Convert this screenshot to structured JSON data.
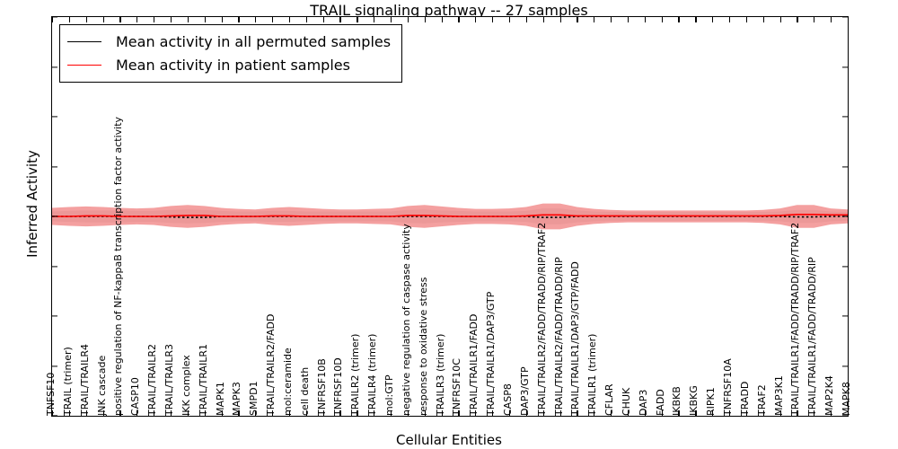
{
  "chart_data": {
    "type": "line",
    "title": "TRAIL signaling pathway -- 27 samples",
    "xlabel": "Cellular Entities",
    "ylabel": "Inferred Activity",
    "ylim": [
      -4,
      4
    ],
    "yticks": [
      "4",
      "3",
      "2",
      "1",
      "0",
      "-1",
      "-2",
      "-3",
      "-4"
    ],
    "grid": false,
    "legend_position": "upper left",
    "n_samples": 27,
    "categories": [
      "TNFSF10",
      "TRAIL (trimer)",
      "TRAIL/TRAILR4",
      "JNK cascade",
      "positive regulation of NF-kappaB transcription factor activity",
      "CASP10",
      "TRAIL/TRAILR2",
      "TRAIL/TRAILR3",
      "IKK complex",
      "TRAIL/TRAILR1",
      "MAPK1",
      "MAPK3",
      "SMPD1",
      "TRAIL/TRAILR2/FADD",
      "mol:ceramide",
      "cell death",
      "TNFRSF10B",
      "TNFRSF10D",
      "TRAILR2 (trimer)",
      "TRAILR4 (trimer)",
      "mol:GTP",
      "negative regulation of caspase activity",
      "response to oxidative stress",
      "TRAILR3 (trimer)",
      "TNFRSF10C",
      "TRAIL/TRAILR1/FADD",
      "TRAIL/TRAILR1/DAP3/GTP",
      "CASP8",
      "DAP3/GTP",
      "TRAIL/TRAILR2/FADD/TRADD/RIP/TRAF2",
      "TRAIL/TRAILR2/FADD/TRADD/RIP",
      "TRAIL/TRAILR1/DAP3/GTP/FADD",
      "TRAILR1 (trimer)",
      "CFLAR",
      "CHUK",
      "DAP3",
      "FADD",
      "IKBKB",
      "IKBKG",
      "RIPK1",
      "TNFRSF10A",
      "TRADD",
      "TRAF2",
      "MAP3K1",
      "TRAIL/TRAILR1/FADD/TRADD/RIP/TRAF2",
      "TRAIL/TRAILR1/FADD/TRADD/RIP",
      "MAP2K4",
      "MAPK8"
    ],
    "series": [
      {
        "name": "Mean activity in all permuted samples",
        "color": "#000000",
        "style": "dotted",
        "band_color": "#d9d9d9",
        "values": [
          0.0,
          0.0,
          0.0,
          0.0,
          0.0,
          0.0,
          0.0,
          -0.01,
          -0.02,
          -0.02,
          0.0,
          0.0,
          0.0,
          0.0,
          0.0,
          0.0,
          0.0,
          0.0,
          0.0,
          0.0,
          0.0,
          0.0,
          0.0,
          0.0,
          0.0,
          0.0,
          0.0,
          0.0,
          0.0,
          -0.02,
          -0.02,
          0.0,
          0.0,
          0.0,
          0.0,
          0.0,
          0.0,
          0.0,
          0.0,
          0.0,
          0.0,
          0.0,
          0.0,
          0.0,
          -0.01,
          -0.01,
          0.0,
          0.0
        ],
        "band_lower": [
          -0.1,
          -0.11,
          -0.12,
          -0.12,
          -0.12,
          -0.11,
          -0.11,
          -0.13,
          -0.14,
          -0.13,
          -0.11,
          -0.1,
          -0.1,
          -0.11,
          -0.11,
          -0.1,
          -0.1,
          -0.1,
          -0.1,
          -0.1,
          -0.1,
          -0.13,
          -0.14,
          -0.12,
          -0.11,
          -0.1,
          -0.1,
          -0.1,
          -0.11,
          -0.16,
          -0.16,
          -0.12,
          -0.1,
          -0.09,
          -0.09,
          -0.09,
          -0.09,
          -0.09,
          -0.09,
          -0.09,
          -0.09,
          -0.09,
          -0.09,
          -0.1,
          -0.13,
          -0.13,
          -0.1,
          -0.09
        ],
        "band_upper": [
          0.1,
          0.11,
          0.12,
          0.12,
          0.12,
          0.11,
          0.11,
          0.13,
          0.14,
          0.13,
          0.11,
          0.1,
          0.1,
          0.11,
          0.11,
          0.1,
          0.1,
          0.1,
          0.1,
          0.1,
          0.1,
          0.13,
          0.14,
          0.12,
          0.11,
          0.1,
          0.1,
          0.1,
          0.11,
          0.16,
          0.16,
          0.12,
          0.1,
          0.09,
          0.09,
          0.09,
          0.09,
          0.09,
          0.09,
          0.09,
          0.09,
          0.09,
          0.09,
          0.1,
          0.13,
          0.13,
          0.1,
          0.09
        ]
      },
      {
        "name": "Mean activity in patient samples",
        "color": "#ff0000",
        "style": "solid",
        "band_color": "#f08080",
        "values": [
          0.0,
          0.0,
          0.01,
          0.01,
          0.0,
          0.0,
          0.0,
          0.01,
          0.02,
          0.02,
          0.0,
          0.0,
          0.0,
          0.01,
          0.01,
          0.0,
          0.0,
          0.0,
          0.0,
          0.0,
          0.0,
          0.02,
          0.02,
          0.01,
          0.0,
          0.0,
          0.0,
          0.0,
          0.01,
          0.03,
          0.03,
          0.01,
          0.01,
          0.01,
          0.01,
          0.01,
          0.01,
          0.01,
          0.01,
          0.01,
          0.01,
          0.01,
          0.01,
          0.02,
          0.04,
          0.04,
          0.03,
          0.03
        ],
        "band_lower": [
          -0.17,
          -0.19,
          -0.2,
          -0.19,
          -0.17,
          -0.16,
          -0.17,
          -0.21,
          -0.23,
          -0.21,
          -0.17,
          -0.15,
          -0.14,
          -0.17,
          -0.19,
          -0.17,
          -0.15,
          -0.14,
          -0.14,
          -0.15,
          -0.16,
          -0.21,
          -0.23,
          -0.2,
          -0.17,
          -0.15,
          -0.15,
          -0.16,
          -0.19,
          -0.26,
          -0.26,
          -0.19,
          -0.15,
          -0.13,
          -0.12,
          -0.12,
          -0.12,
          -0.12,
          -0.12,
          -0.12,
          -0.12,
          -0.12,
          -0.13,
          -0.16,
          -0.23,
          -0.23,
          -0.16,
          -0.14
        ],
        "band_upper": [
          0.17,
          0.19,
          0.2,
          0.19,
          0.17,
          0.16,
          0.17,
          0.21,
          0.23,
          0.21,
          0.17,
          0.15,
          0.14,
          0.17,
          0.19,
          0.17,
          0.15,
          0.14,
          0.14,
          0.15,
          0.16,
          0.21,
          0.23,
          0.2,
          0.17,
          0.15,
          0.15,
          0.16,
          0.19,
          0.26,
          0.26,
          0.19,
          0.15,
          0.13,
          0.12,
          0.12,
          0.12,
          0.12,
          0.12,
          0.12,
          0.12,
          0.12,
          0.13,
          0.16,
          0.23,
          0.23,
          0.16,
          0.14
        ]
      }
    ]
  },
  "legend": {
    "items": [
      {
        "label": "Mean activity in all permuted samples",
        "color": "#000000"
      },
      {
        "label": "Mean activity in patient samples",
        "color": "#ff0000"
      }
    ]
  }
}
